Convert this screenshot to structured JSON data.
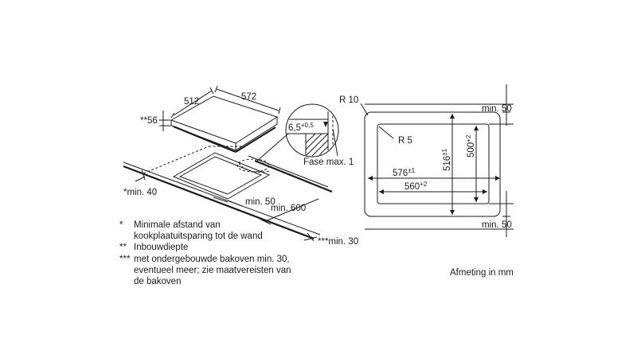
{
  "hob": {
    "depth": "512",
    "width": "572",
    "build_in_depth": "**56",
    "min_front": "*min. 40",
    "min_side": "min. 50",
    "min_depth": "min. 600",
    "min_bottom": "***min. 30"
  },
  "detail": {
    "thickness": "6,5",
    "thickness_tol": "+0,5",
    "chamfer": "Fase max. 1"
  },
  "cutout": {
    "corner_radius_outer": "R 10",
    "corner_radius_inner": "R 5",
    "min_top": "min. 50",
    "min_bottom": "min. 50",
    "outer_width": "576",
    "outer_width_tol": "±1",
    "inner_width": "560",
    "inner_width_tol": "+2",
    "outer_depth": "516",
    "outer_depth_tol": "±1",
    "inner_depth": "500",
    "inner_depth_tol": "+2"
  },
  "legend": [
    {
      "marker": "*",
      "text": "Minimale afstand van kookplaatuitsparing tot de wand"
    },
    {
      "marker": "**",
      "text": "Inbouwdiepte"
    },
    {
      "marker": "***",
      "text": "met ondergebouwde bakoven min. 30, eventueel meer; zie maatvereisten van de bakoven"
    }
  ],
  "unit_note": "Afmeting in mm"
}
